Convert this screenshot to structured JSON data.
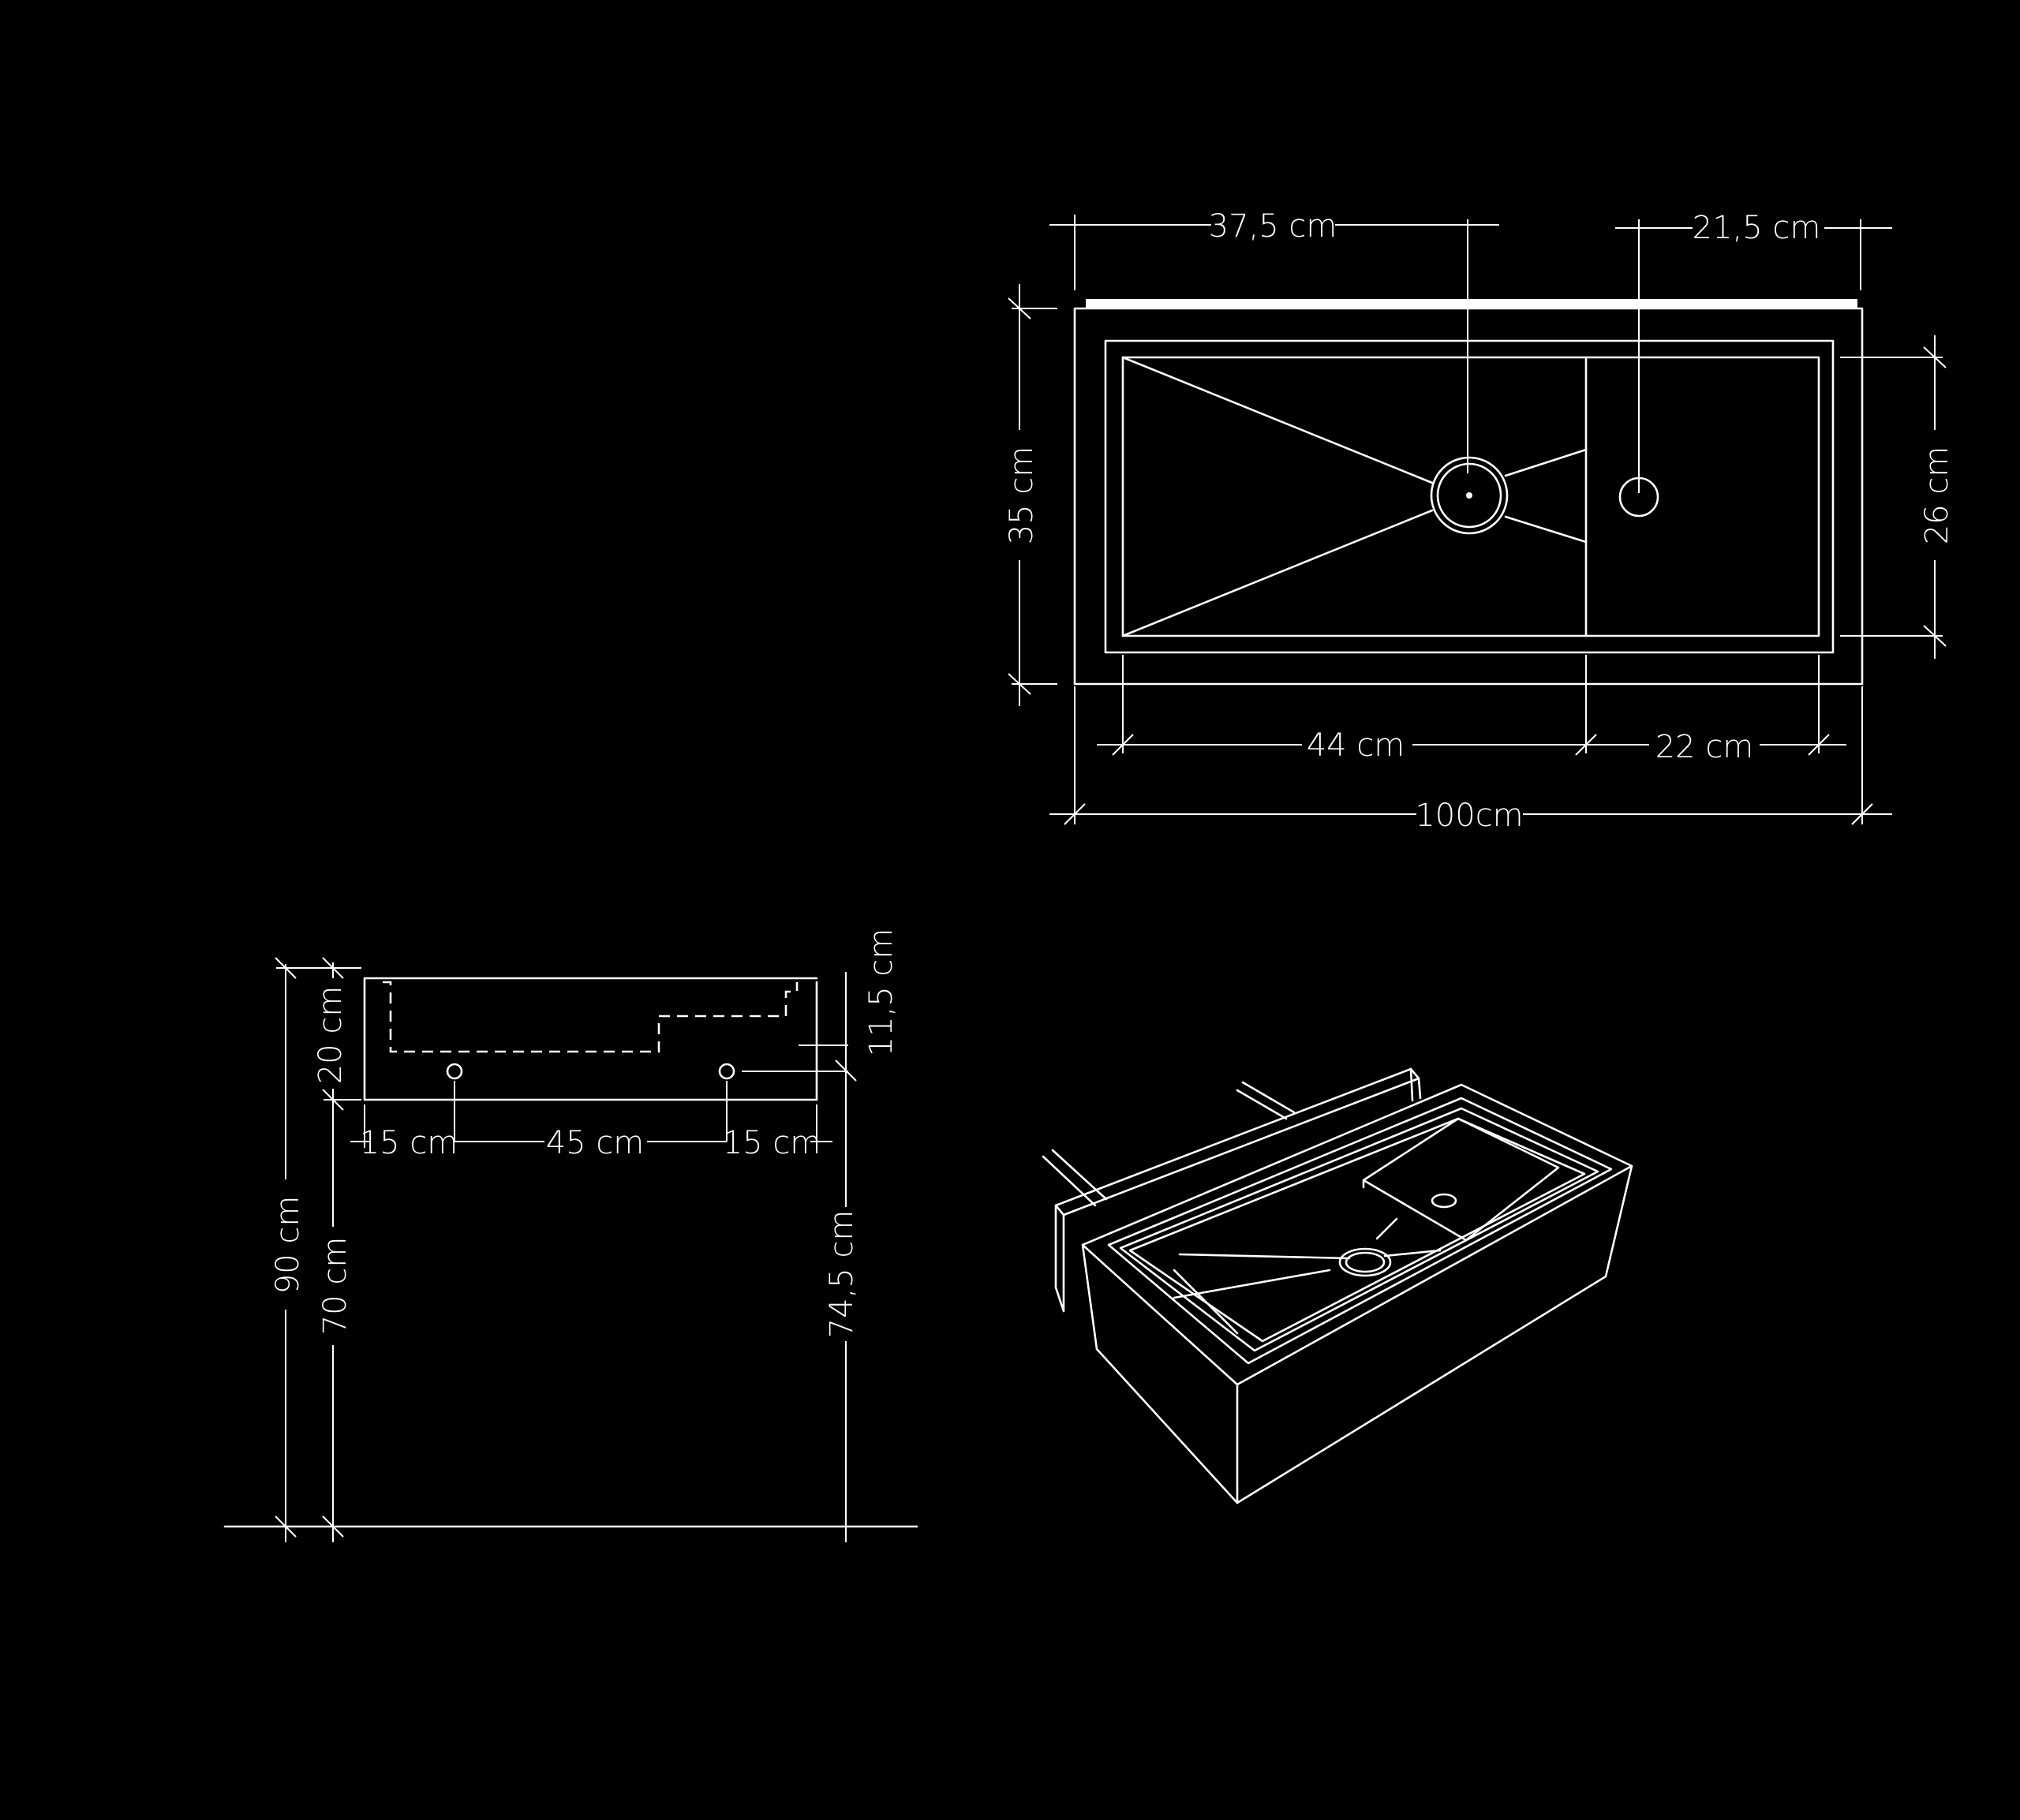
{
  "colors": {
    "background": "#000000",
    "line": "#ffffff"
  },
  "top_view": {
    "faucet_offset": "37,5 cm",
    "soap_offset": "21,5 cm",
    "depth": "35 cm",
    "basin_depth": "26 cm",
    "basin_width": "44 cm",
    "shelf_width": "22 cm",
    "total_width": "100cm"
  },
  "front_view": {
    "height_total": "90 cm",
    "height_bottom": "70 cm",
    "height_basin": "20 cm",
    "height_drain": "11,5 cm",
    "height_drain_floor": "74,5 cm",
    "spacing_left": "15 cm",
    "spacing_middle": "45 cm",
    "spacing_right": "15 cm"
  }
}
